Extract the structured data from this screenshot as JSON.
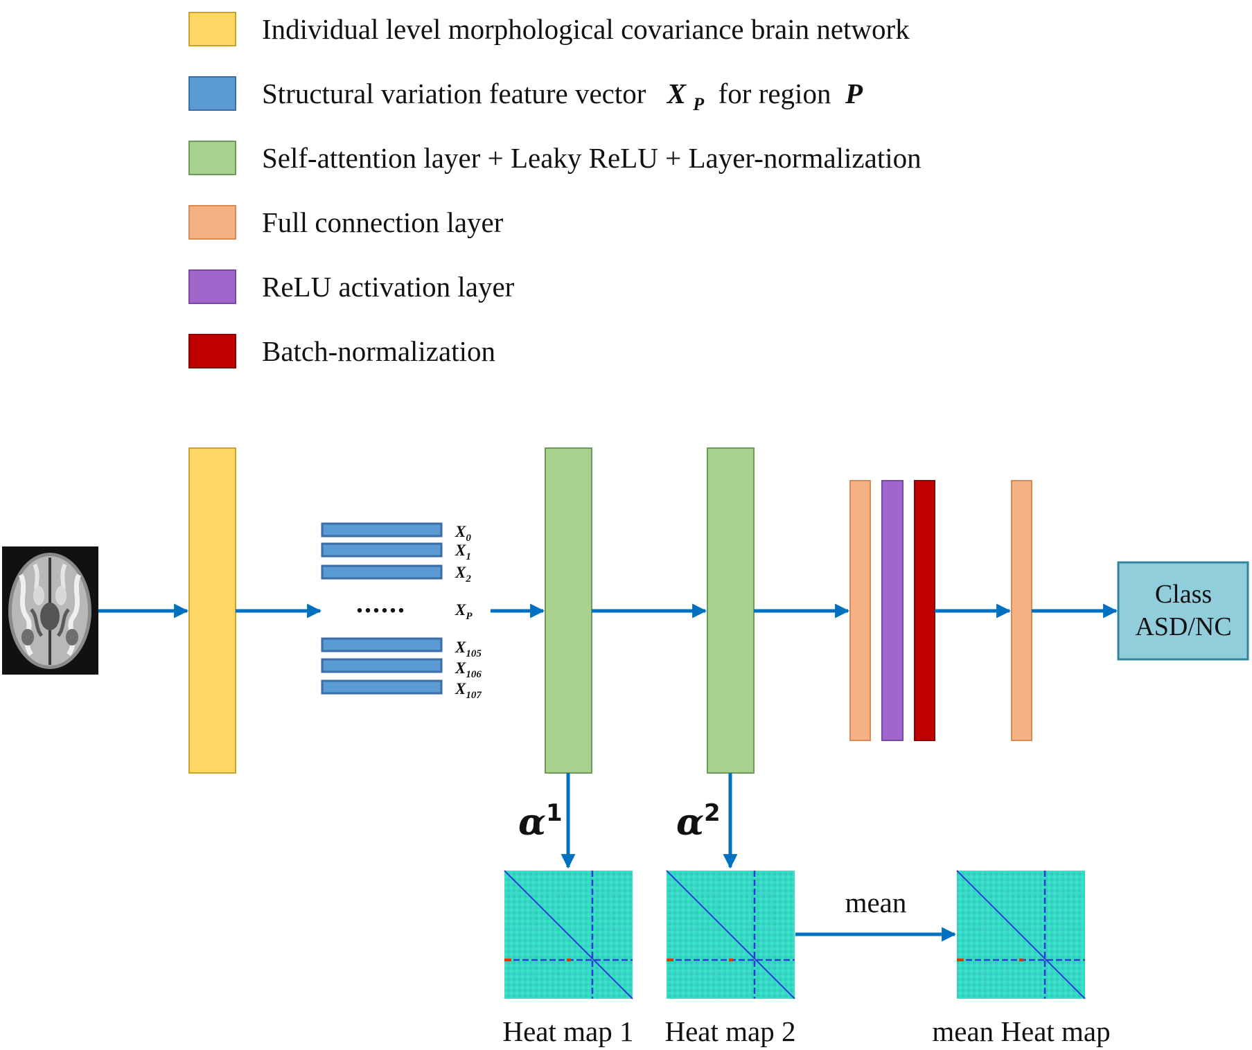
{
  "legend": [
    {
      "key": "network",
      "color": "#FDD866",
      "border": "#C9A227",
      "text": "Individual level morphological covariance brain network"
    },
    {
      "key": "vector",
      "color": "#5B9BD5",
      "border": "#3A6EA5",
      "text": "Structural variation feature vector",
      "math_x": "X",
      "math_x_sub": "P",
      "text_mid": " for region ",
      "math_p": "P"
    },
    {
      "key": "self_attention",
      "color": "#A9D18E",
      "border": "#6E9A57",
      "text": "Self-attention layer + Leaky ReLU + Layer-normalization"
    },
    {
      "key": "fc",
      "color": "#F4B183",
      "border": "#D98A54",
      "text": "Full connection layer"
    },
    {
      "key": "relu",
      "color": "#A066CC",
      "border": "#7A46A3",
      "text": "ReLU activation layer"
    },
    {
      "key": "bn",
      "color": "#C00000",
      "border": "#8E0000",
      "text": "Batch-normalization"
    }
  ],
  "feature_vectors": {
    "top": [
      {
        "base": "X",
        "sub": "0"
      },
      {
        "base": "X",
        "sub": "1"
      },
      {
        "base": "X",
        "sub": "2"
      }
    ],
    "middle": {
      "base": "X",
      "sub": "P"
    },
    "ellipsis": "......",
    "bottom": [
      {
        "base": "X",
        "sub": "105"
      },
      {
        "base": "X",
        "sub": "106"
      },
      {
        "base": "X",
        "sub": "107"
      }
    ]
  },
  "attention_weights": [
    {
      "symbol": "α",
      "sup": "1"
    },
    {
      "symbol": "α",
      "sup": "2"
    }
  ],
  "heat_maps": [
    {
      "label": "Heat map 1"
    },
    {
      "label": "Heat map 2"
    },
    {
      "label": "mean Heat map"
    }
  ],
  "mean_label": "mean",
  "output": {
    "line1": "Class",
    "line2": "ASD/NC",
    "color": "#92CDDC",
    "border": "#31849B"
  },
  "colors": {
    "arrow": "#0070C0",
    "heatmap_base": "#36D9C4",
    "heatmap_line": "#2A3AD8",
    "heatmap_hot": "#D83A00"
  }
}
